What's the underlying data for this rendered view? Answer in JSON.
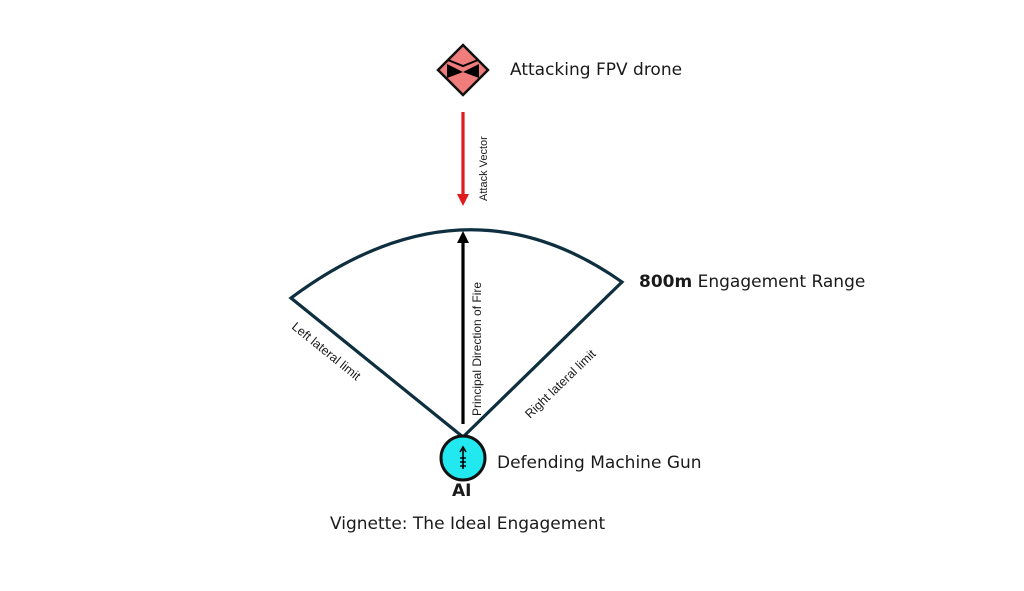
{
  "diagram": {
    "drone": {
      "label": "Attacking FPV drone",
      "icon": "fpv-drone-diamond-icon",
      "fill_color": "#f07c7c"
    },
    "attack_vector": {
      "label": "Attack Vector",
      "color": "#e01b1b"
    },
    "engagement_range": {
      "value": "800m",
      "label": "Engagement Range"
    },
    "principal_direction": {
      "label": "Principal Direction of Fire"
    },
    "left_limit": {
      "label": "Left lateral limit"
    },
    "right_limit": {
      "label": "Right lateral limit"
    },
    "machine_gun": {
      "label": "Defending Machine Gun",
      "sublabel": "AI",
      "icon": "machine-gun-unit-icon",
      "fill_color": "#22e8f0"
    },
    "sector_color": "#0e2f3f",
    "caption": "Vignette: The Ideal Engagement"
  }
}
